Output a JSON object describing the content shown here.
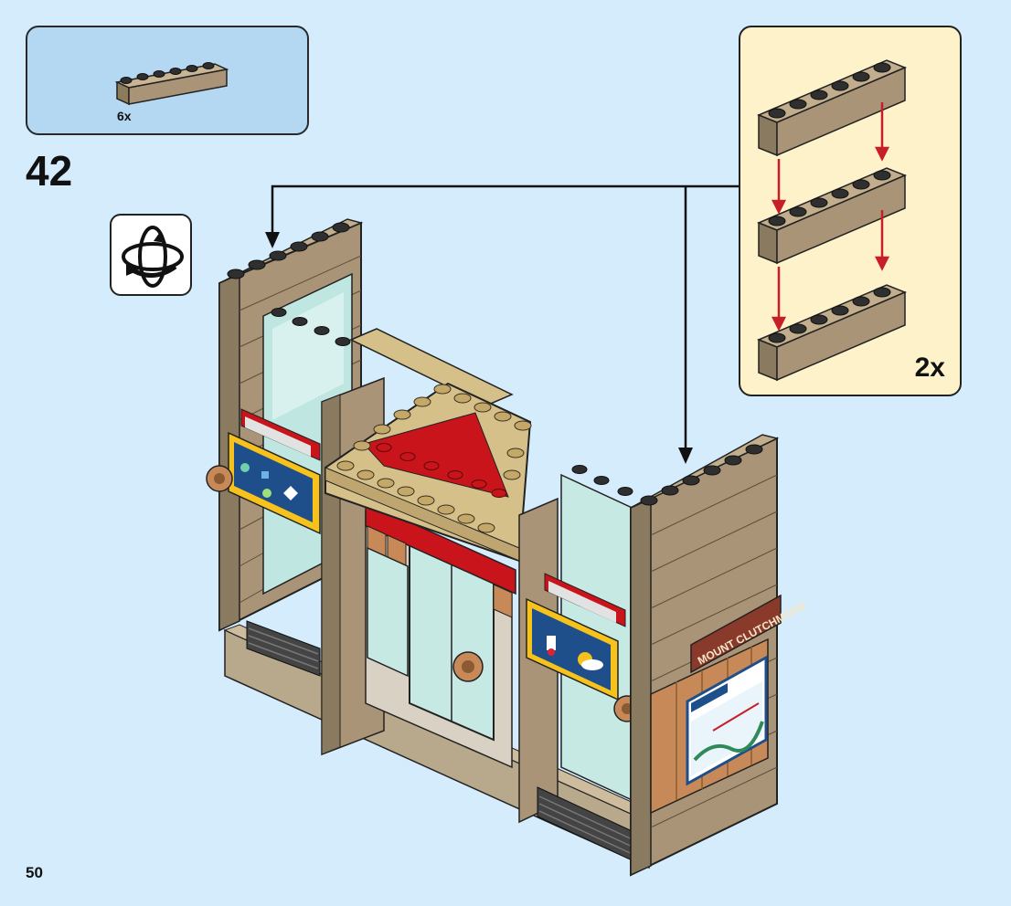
{
  "parts": {
    "quantity": "6x"
  },
  "step": {
    "number": "42"
  },
  "submodel": {
    "quantity": "2x"
  },
  "sign": {
    "text": "MOUNT CLUTCHMORE"
  },
  "page": {
    "number": "50"
  },
  "colors": {
    "background": "#d4ecfb",
    "parts_box": "#b5d8f2",
    "submodel_box": "#fdf2c9",
    "brick_tan": "#a99477",
    "brick_dark_tan": "#8a7a5f",
    "stud_dark": "#2f2f2f",
    "plate_tan": "#d6c08a",
    "red": "#c8141a",
    "glass": "#bfe6e0",
    "arrow_red": "#c81e28",
    "wood": "#c88958"
  },
  "icons": [
    "brick-1x6-icon",
    "rotate-model-icon",
    "sign-plate-icon",
    "map-panel-icon",
    "screen-panel-icon"
  ]
}
